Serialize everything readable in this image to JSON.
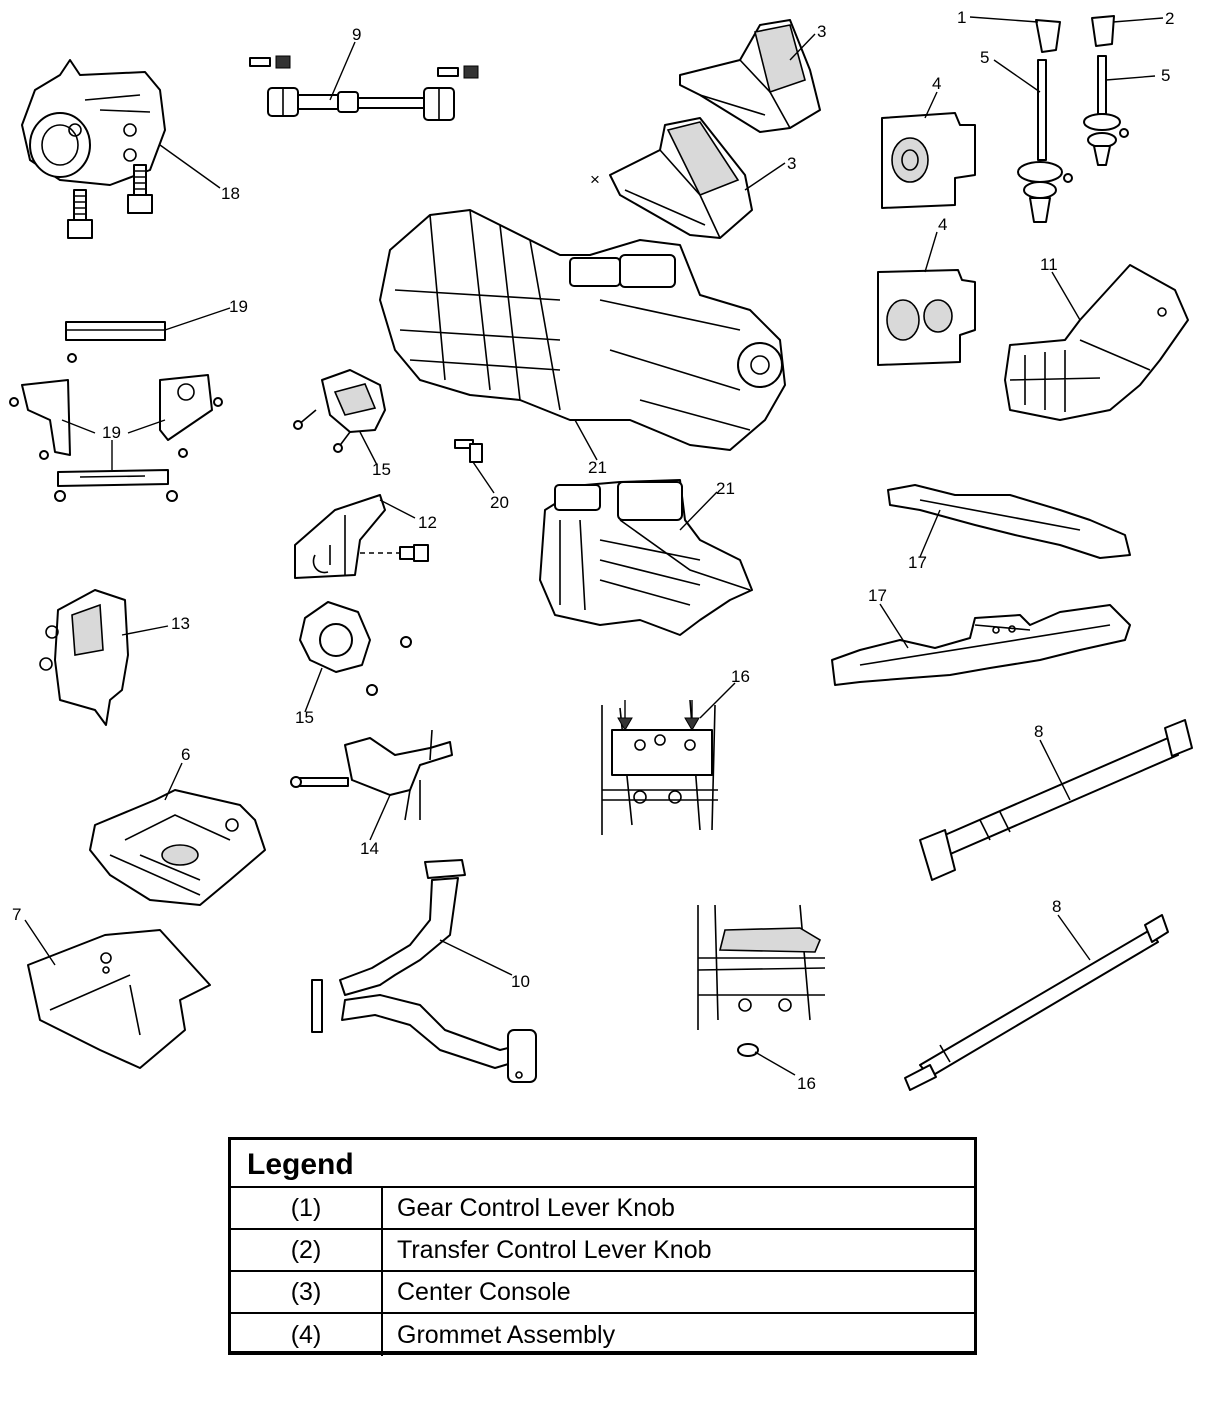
{
  "callouts": [
    "1",
    "2",
    "3",
    "3",
    "4",
    "4",
    "5",
    "5",
    "6",
    "7",
    "8",
    "8",
    "9",
    "10",
    "11",
    "12",
    "13",
    "14",
    "15",
    "15",
    "16",
    "16",
    "17",
    "17",
    "18",
    "19",
    "19",
    "20",
    "21",
    "21"
  ],
  "legend": {
    "title": "Legend",
    "rows": [
      {
        "num": "(1)",
        "desc": "Gear Control Lever Knob"
      },
      {
        "num": "(2)",
        "desc": "Transfer Control Lever Knob"
      },
      {
        "num": "(3)",
        "desc": "Center Console"
      },
      {
        "num": "(4)",
        "desc": "Grommet Assembly"
      }
    ]
  }
}
